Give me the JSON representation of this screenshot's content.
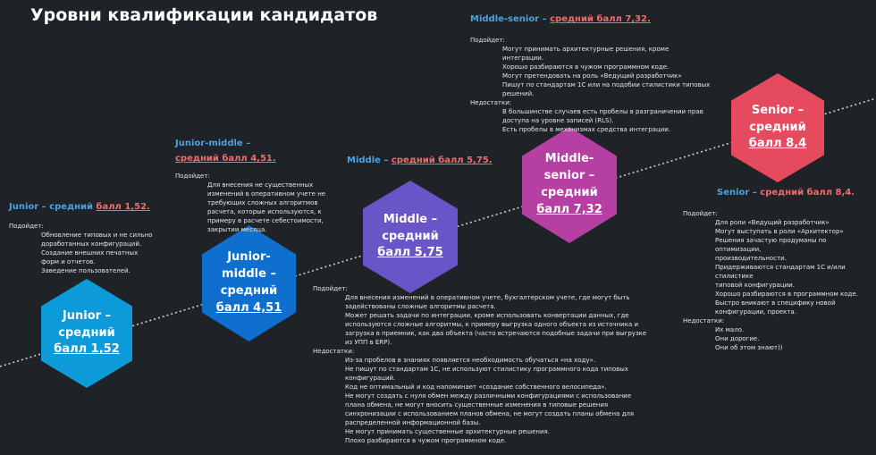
{
  "title": "Уровни квалификации кандидатов",
  "colors": {
    "junior": "#0d9ad8",
    "junior_middle": "#0f6fcf",
    "middle": "#6a55c8",
    "middle_senior": "#b53fa3",
    "senior": "#e54a5e",
    "accent_blue": "#4aa3e0",
    "accent_red": "#f26b6b"
  },
  "hexagons": {
    "junior": {
      "line1": "Junior –",
      "line2": "средний",
      "line3": "балл 1,52"
    },
    "junior_middle": {
      "line1": "Junior-",
      "line2": "middle –",
      "line3": "средний",
      "line4": "балл 4,51"
    },
    "middle": {
      "line1": "Middle –",
      "line2": "средний",
      "line3": "балл 5,75"
    },
    "middle_senior": {
      "line1": "Middle-",
      "line2": "senior –",
      "line3": "средний",
      "line4": "балл 7,32"
    },
    "senior": {
      "line1": "Senior –",
      "line2": "средний",
      "line3": "балл 8,4"
    }
  },
  "levels": {
    "junior": {
      "heading_name": "Junior – средний ",
      "heading_score": "балл 1,52.",
      "suitable_label": "Подойдет:",
      "suitable": [
        "Обновление типовых и не сильно",
        "доработанных конфигураций.",
        "Создание внешних печатных",
        "форм и отчетов.",
        "Заведение пользователей."
      ]
    },
    "junior_middle": {
      "heading_name": "Junior-middle –",
      "heading_score": "средний балл 4,51.",
      "suitable_label": "Подойдет:",
      "suitable": [
        "Для внесения не существенных",
        "изменений в оперативном учете не",
        "требующих сложных алгоритмов",
        "расчета, которые используются, к",
        "примеру в расчете себестоимости,",
        "закрытии месяца."
      ]
    },
    "middle": {
      "heading_name": "Middle – ",
      "heading_score": "средний балл 5,75.",
      "suitable_label": "Подойдет:",
      "suitable": [
        "Для внесения изменений в оперативном учете, бухгалтерском учете, где могут быть",
        "задействованы сложные алгоритмы расчета.",
        "Может решать задачи по интеграции, кроме использовать конвертации данных, где",
        "используются сложные алгоритмы, к примеру выгрузка одного объекта из источника и",
        "загрузка в приемник, как два объекта (часто встречаются подобные задачи при выгрузке",
        "из УПП в ERP)."
      ],
      "flaws_label": "Недостатки:",
      "flaws": [
        "Из-за пробелов в знаниях появляется необходимость обучаться «на ходу».",
        "Не пишут по стандартам 1С, не используют стилистику программного кода типовых",
        "конфигураций.",
        "Код не оптимальный и код напоминает «создание собственного велосипеда».",
        "Не могут создать с нуля обмен между различными конфигурациями с использование",
        "плана обмена, не могут вносить существенные изменения в типовые решения",
        "синхронизации с использованием планов обмена, не могут создать планы обмена для",
        "распределенной информационной базы.",
        "Не могут принимать существенные архитектурные решения.",
        "Плохо разбираются в чужом программном коде."
      ]
    },
    "middle_senior": {
      "heading_name": "Middle-senior – ",
      "heading_score": "средний балл 7,32.",
      "suitable_label": "Подойдет:",
      "suitable": [
        "Могут принимать архитектурные решения, кроме",
        "интеграции.",
        "Хорошо разбираются в чужом программном коде.",
        "Могут претендовать на роль «Ведущий разработчик»",
        "Пишут по стандартам 1С или на подобии стилистики типовых",
        "решений."
      ],
      "flaws_label": "Недостатки:",
      "flaws": [
        "В большинстве случаев есть пробелы в разграничении прав",
        "доступа на уровне записей (RLS).",
        "Есть пробелы в механизмах средства интеграции."
      ]
    },
    "senior": {
      "heading_name": "Senior – ",
      "heading_score": "средний балл 8,4.",
      "suitable_label": "Подойдет:",
      "suitable": [
        "Для роли «Ведущий разработчик»",
        "Могут выступать в роли «Архитектор»",
        "Решения зачастую продуманы по оптимизации,",
        "производительности.",
        "Придерживаются стандартам 1С и/или стилистике",
        "типовой конфигурации.",
        "Хорошо разбираются в программном коде.",
        "Быстро вникают в специфику новой",
        "конфигурации, проекта."
      ],
      "flaws_label": "Недостатки:",
      "flaws": [
        "Их мало.",
        "Они дорогие.",
        "Они об этом знают))"
      ]
    }
  }
}
